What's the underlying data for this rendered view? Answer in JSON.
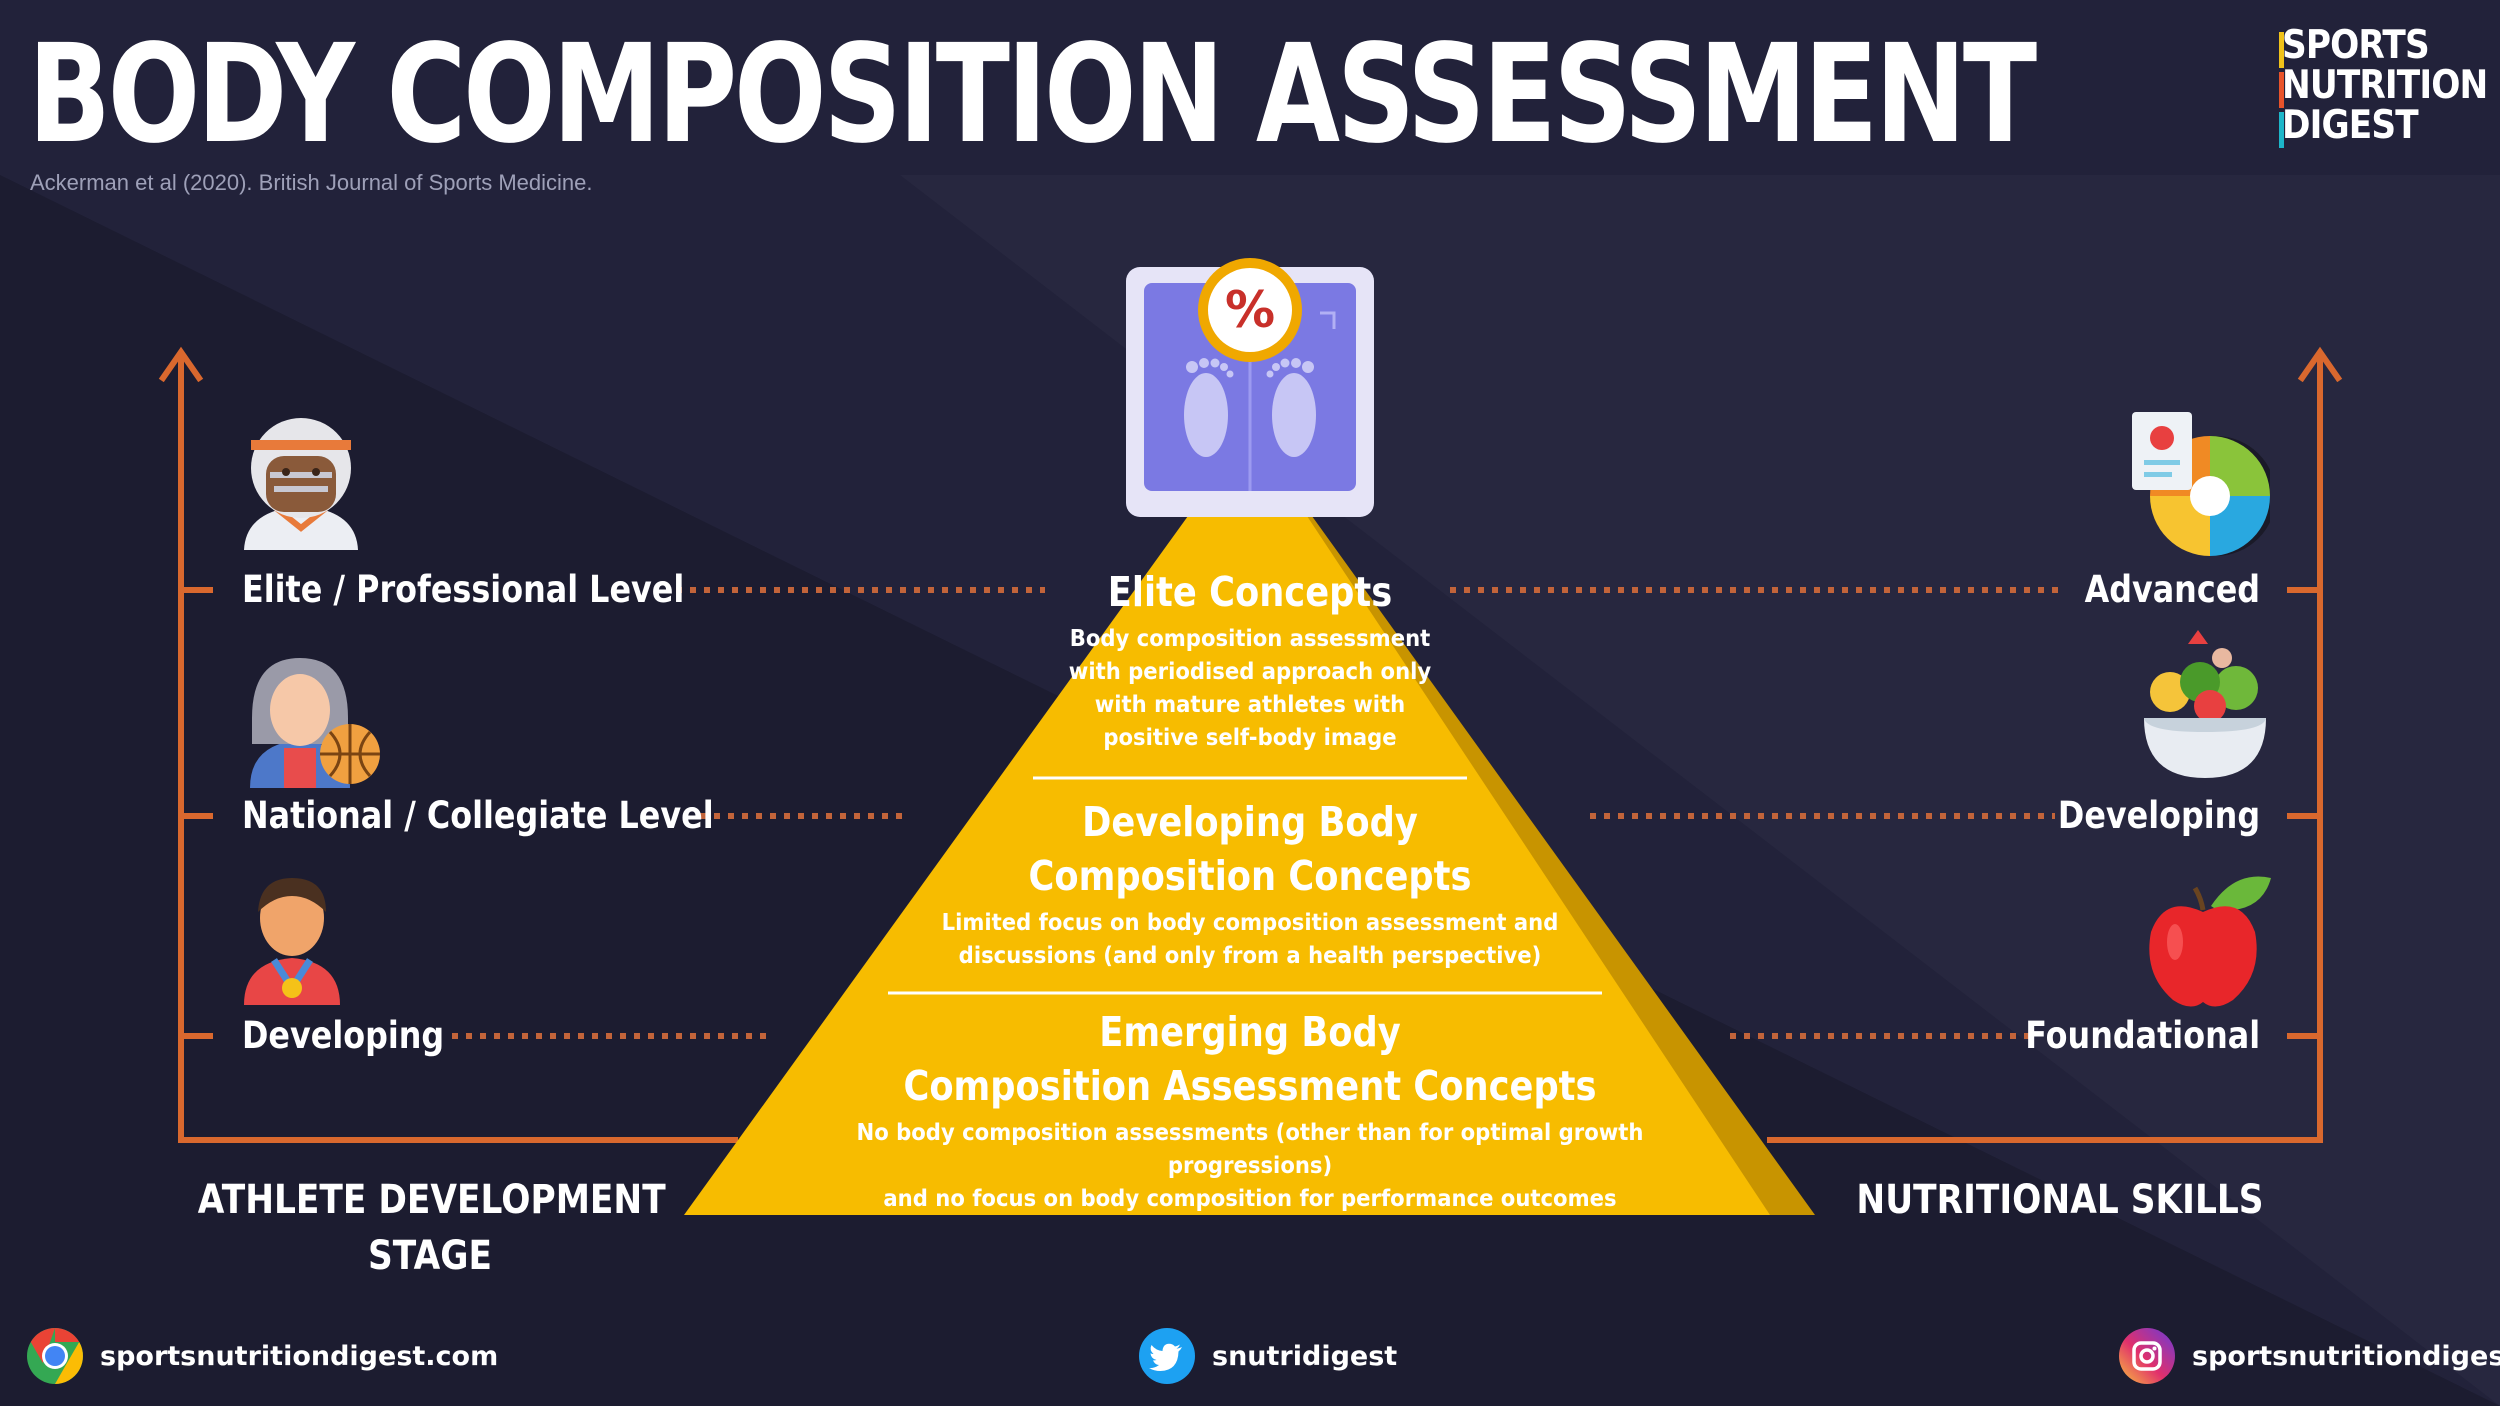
{
  "title": "BODY COMPOSITION ASSESSMENT",
  "citation": "Ackerman et al (2020). British Journal of Sports Medicine.",
  "brand": {
    "line1": "SPORTS",
    "line2": "NUTRITION",
    "line3": "DIGEST"
  },
  "scale_icon_symbol": "%",
  "left_axis": {
    "title_line1": "ATHLETE DEVELOPMENT",
    "title_line2": "STAGE",
    "levels": [
      {
        "label": "Elite / Professional Level",
        "icon": "football-player-icon"
      },
      {
        "label": "National / Collegiate Level",
        "icon": "basketball-player-icon"
      },
      {
        "label": "Developing",
        "icon": "medal-athlete-icon"
      }
    ]
  },
  "right_axis": {
    "title": "NUTRITIONAL SKILLS",
    "levels": [
      {
        "label": "Advanced",
        "icon": "diet-plan-icon"
      },
      {
        "label": "Developing",
        "icon": "salad-bowl-icon"
      },
      {
        "label": "Foundational",
        "icon": "apple-icon"
      }
    ]
  },
  "pyramid": {
    "tiers": [
      {
        "title": "Elite Concepts",
        "desc_lines": [
          "Body composition assessment",
          "with periodised approach only",
          "with mature athletes with",
          "positive self-body image"
        ]
      },
      {
        "title_lines": [
          "Developing Body",
          "Composition Concepts"
        ],
        "desc_lines": [
          "Limited focus on body composition assessment and",
          "discussions (and only from a health perspective)"
        ]
      },
      {
        "title_lines": [
          "Emerging Body",
          "Composition Assessment Concepts"
        ],
        "desc_lines": [
          "No body composition assessments (other than for optimal growth progressions)",
          "and no focus on body composition for performance outcomes"
        ]
      }
    ]
  },
  "footer": {
    "website": "sportsnutritiondigest.com",
    "twitter": "snutridigest",
    "instagram": "sportsnutritiondigest"
  },
  "colors": {
    "background": "#22223a",
    "background_light": "#2c2c44",
    "accent_orange": "#d9682e",
    "pyramid_yellow": "#f7bc00",
    "pyramid_shadow": "#c89400",
    "scale_purple": "#7b79e3"
  }
}
